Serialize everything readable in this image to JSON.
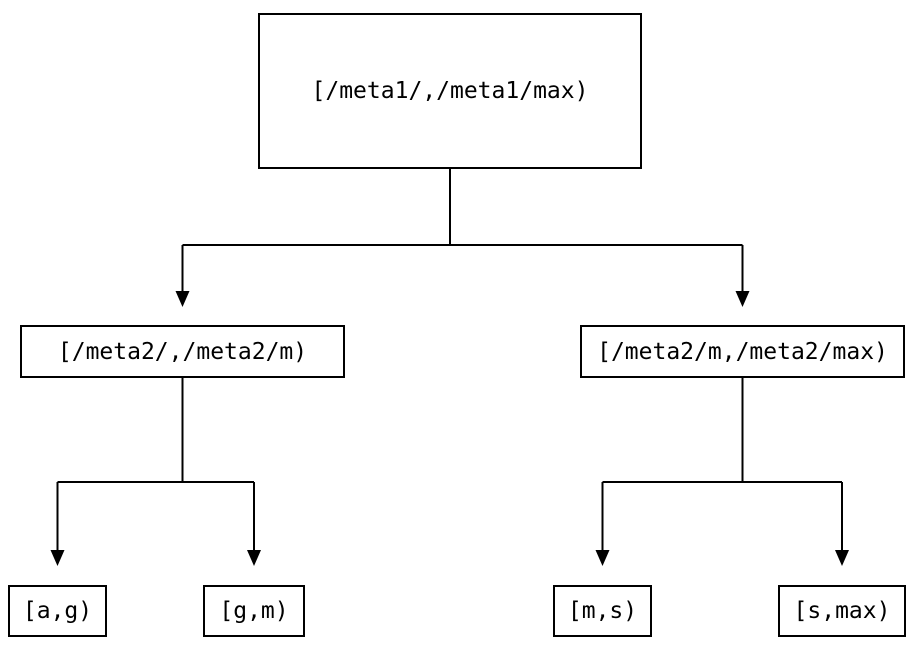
{
  "diagram": {
    "type": "tree",
    "description": "Key-range partition tree",
    "nodes": {
      "root": {
        "label": "[/meta1/,/meta1/max)"
      },
      "left_child": {
        "label": "[/meta2/,/meta2/m)"
      },
      "right_child": {
        "label": "[/meta2/m,/meta2/max)"
      },
      "leaf_ag": {
        "label": "[a,g)"
      },
      "leaf_gm": {
        "label": "[g,m)"
      },
      "leaf_ms": {
        "label": "[m,s)"
      },
      "leaf_smax": {
        "label": "[s,max)"
      }
    },
    "edges": [
      {
        "from": "root",
        "to": "left_child"
      },
      {
        "from": "root",
        "to": "right_child"
      },
      {
        "from": "left_child",
        "to": "leaf_ag"
      },
      {
        "from": "left_child",
        "to": "leaf_gm"
      },
      {
        "from": "right_child",
        "to": "leaf_ms"
      },
      {
        "from": "right_child",
        "to": "leaf_smax"
      }
    ],
    "colors": {
      "background": "#ffffff",
      "line": "#000000",
      "box_border": "#000000",
      "text": "#000000"
    }
  }
}
